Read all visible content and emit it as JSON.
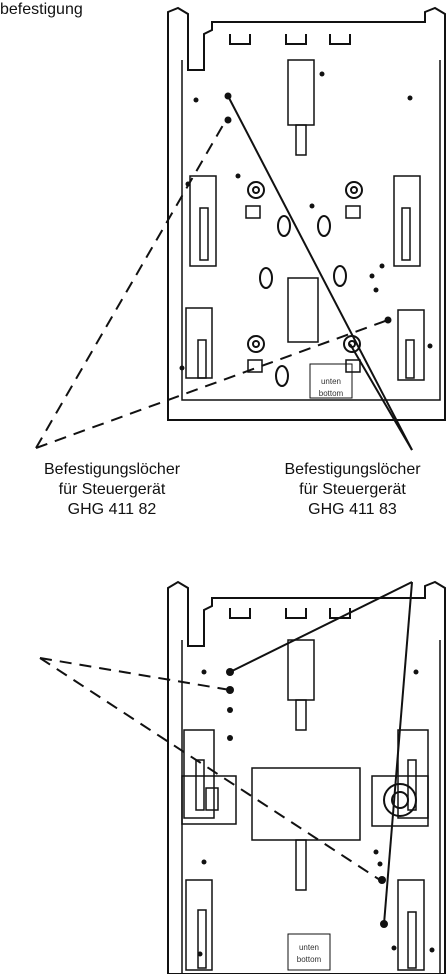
{
  "top_label": "befestigung",
  "group_left": {
    "line1": "Befestigungslöcher",
    "line2": "für Steuergerät",
    "line3": "GHG 411 82"
  },
  "group_right": {
    "line1": "Befestigungslöcher",
    "line2": "für Steuergerät",
    "line3": "GHG 411 83"
  },
  "plate_top": {
    "bottom_label_1": "unten",
    "bottom_label_2": "bottom"
  },
  "plate_bottom": {
    "bottom_label_1": "unten",
    "bottom_label_2": "bottom"
  },
  "colors": {
    "line": "#111111",
    "plate_fill": "#ffffff",
    "detail": "#555555"
  }
}
